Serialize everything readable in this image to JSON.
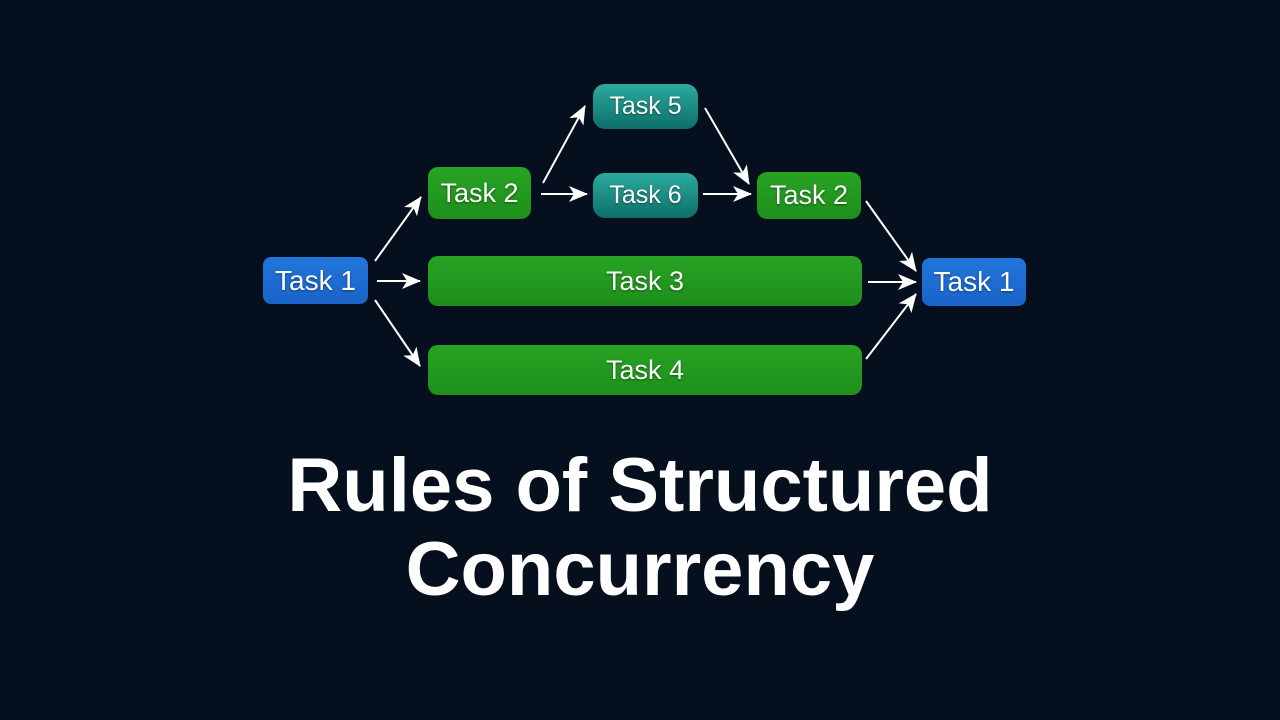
{
  "page": {
    "background_color": "#050f1d",
    "kind": "presentation-slide"
  },
  "title": {
    "line1": "Rules of Structured",
    "line2": "Concurrency",
    "color": "#ffffff"
  },
  "diagram": {
    "description": "Structured concurrency task tree: parent Task 1 spawns Task 2, Task 3, Task 4; Task 2 spawns Task 5 and Task 6 which rejoin Task 2; all rejoin Task 1",
    "colors": {
      "parent_blue": "#1d6ed3",
      "task_green": "#219a1f",
      "subtask_teal_top": "#2cab9e",
      "subtask_teal_bottom": "#0d6e6a",
      "arrow": "#ffffff"
    },
    "nodes": [
      {
        "id": "task1-left",
        "label": "Task 1",
        "kind": "parent-start"
      },
      {
        "id": "task2-left",
        "label": "Task 2",
        "kind": "task-start"
      },
      {
        "id": "task5",
        "label": "Task 5",
        "kind": "subtask"
      },
      {
        "id": "task6",
        "label": "Task 6",
        "kind": "subtask"
      },
      {
        "id": "task2-right",
        "label": "Task 2",
        "kind": "task-end"
      },
      {
        "id": "task3",
        "label": "Task 3",
        "kind": "task-span"
      },
      {
        "id": "task4",
        "label": "Task 4",
        "kind": "task-span"
      },
      {
        "id": "task1-right",
        "label": "Task 1",
        "kind": "parent-end"
      }
    ],
    "edges": [
      {
        "from": "task1-left",
        "to": "task2-left"
      },
      {
        "from": "task1-left",
        "to": "task3"
      },
      {
        "from": "task1-left",
        "to": "task4"
      },
      {
        "from": "task2-left",
        "to": "task5"
      },
      {
        "from": "task2-left",
        "to": "task6"
      },
      {
        "from": "task5",
        "to": "task2-right"
      },
      {
        "from": "task6",
        "to": "task2-right"
      },
      {
        "from": "task2-right",
        "to": "task1-right"
      },
      {
        "from": "task3",
        "to": "task1-right"
      },
      {
        "from": "task4",
        "to": "task1-right"
      }
    ]
  }
}
